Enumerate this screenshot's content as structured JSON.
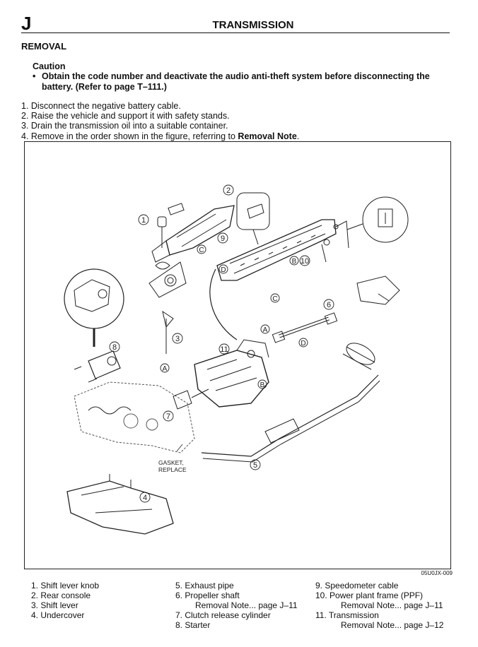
{
  "header": {
    "section_letter": "J",
    "title": "TRANSMISSION"
  },
  "section": "REMOVAL",
  "caution": {
    "heading": "Caution",
    "bullet": "•",
    "text": "Obtain the code number and deactivate the audio anti-theft system before disconnecting the battery. (Refer to page T–111.)"
  },
  "steps": [
    "1. Disconnect the negative battery cable.",
    "2. Raise the vehicle and support it with safety stands.",
    "3. Drain the transmission oil into a suitable container."
  ],
  "step4": {
    "prefix": "4. Remove in the order shown in the figure, referring to ",
    "bold": "Removal Note",
    "suffix": "."
  },
  "figure": {
    "code": "05U0JX-009",
    "callouts": [
      "1",
      "2",
      "3",
      "4",
      "5",
      "6",
      "7",
      "8",
      "9",
      "10",
      "11"
    ],
    "letters": [
      "A",
      "B",
      "C",
      "D"
    ],
    "gasket_label": [
      "GASKET,",
      "REPLACE"
    ]
  },
  "legend": {
    "col1": [
      "1. Shift lever knob",
      "2. Rear console",
      "3. Shift lever",
      "4. Undercover"
    ],
    "col2": [
      "5. Exhaust pipe",
      "6. Propeller shaft",
      "Removal Note... page J–11",
      "7. Clutch release cylinder",
      "8. Starter"
    ],
    "col3": [
      "9. Speedometer cable",
      "10. Power plant frame (PPF)",
      "Removal Note... page J–11",
      "11. Transmission",
      "Removal Note... page J–12"
    ]
  }
}
